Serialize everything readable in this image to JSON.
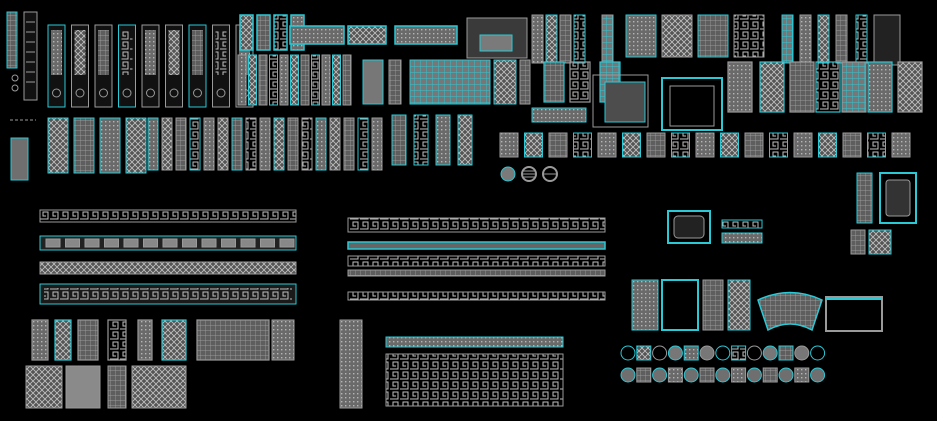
{
  "canvas": {
    "background": "#000000",
    "stroke_cyan": "#29c9d6",
    "stroke_gray": "#9a9a9a",
    "fill_gray": "#6f6f6f"
  },
  "groups": [
    "left-edge-block",
    "tall-panels-row",
    "carved-screen-grid",
    "door-frames",
    "round-ornaments",
    "lattice-friezes",
    "meander-borders",
    "small-frames-cluster",
    "bottom-lattice-tiles",
    "fretwork-band",
    "roundel-icons"
  ]
}
